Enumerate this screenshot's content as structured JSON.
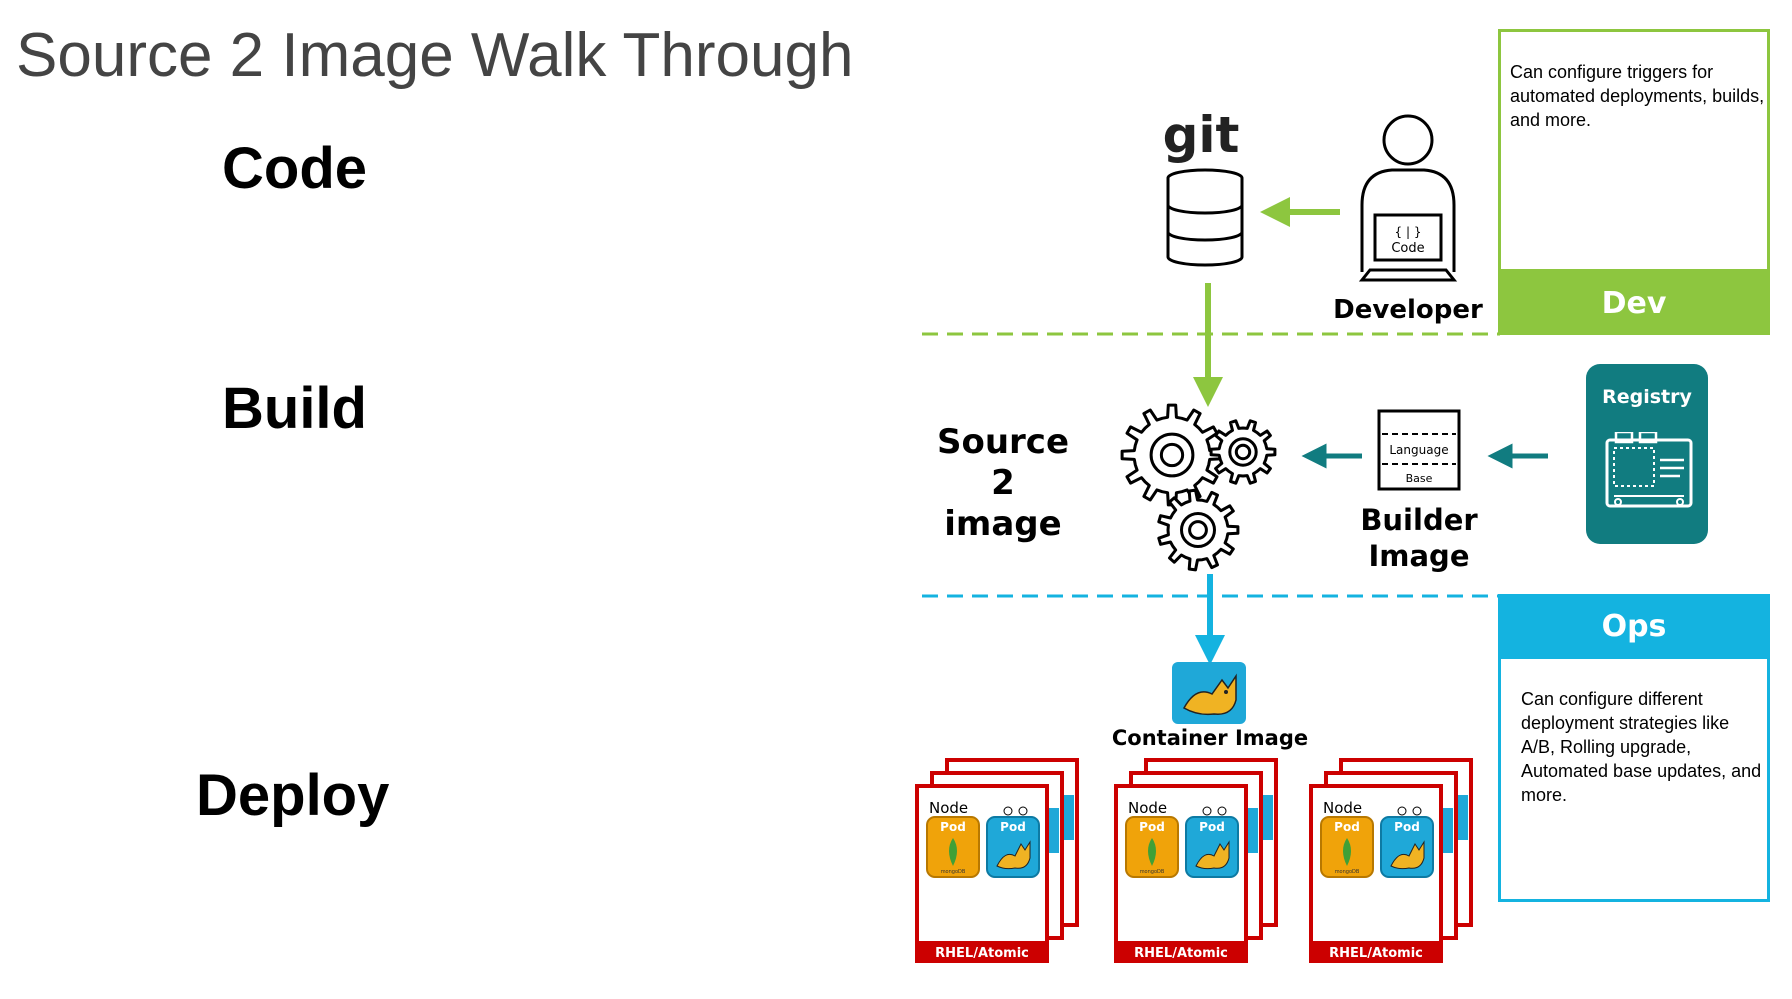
{
  "title": "Source 2 Image Walk Through",
  "stages": {
    "code": "Code",
    "build": "Build",
    "deploy": "Deploy"
  },
  "diagram": {
    "git_label": "git",
    "developer_label": "Developer",
    "laptop_code_symbol": "{ | }",
    "laptop_code_label": "Code",
    "s2i_label": [
      "Source",
      "2",
      "image"
    ],
    "builder_image_label": [
      "Builder",
      "Image"
    ],
    "builder_layer_top": "Language",
    "builder_layer_bottom": "Base",
    "registry_label": "Registry",
    "container_image_label": "Container Image",
    "node_label": "Node",
    "pod_label": "Pod",
    "mongodb_label": "mongoDB",
    "node_footer_label": "RHEL/Atomic",
    "node_groups": [
      "node-group-1",
      "node-group-2",
      "node-group-3"
    ]
  },
  "panels": {
    "dev": {
      "title": "Dev",
      "text": "Can configure triggers for automated deployments, builds, and  more."
    },
    "ops": {
      "title": "Ops",
      "text": "Can configure different deployment strategies like A/B, Rolling upgrade, Automated base updates, and more."
    }
  },
  "icons": [
    "git-database-icon",
    "developer-icon",
    "laptop-icon",
    "gears-icon",
    "builder-image-icon",
    "registry-icon",
    "tomcat-icon",
    "mongodb-leaf-icon"
  ],
  "colors": {
    "title": "#444444",
    "dev_green": "#8dc63f",
    "ops_blue": "#14b3e0",
    "registry_teal": "#117c80",
    "node_red": "#cc0000",
    "pod_orange": "#f0a30a",
    "pod_blue": "#1fa8d8"
  }
}
